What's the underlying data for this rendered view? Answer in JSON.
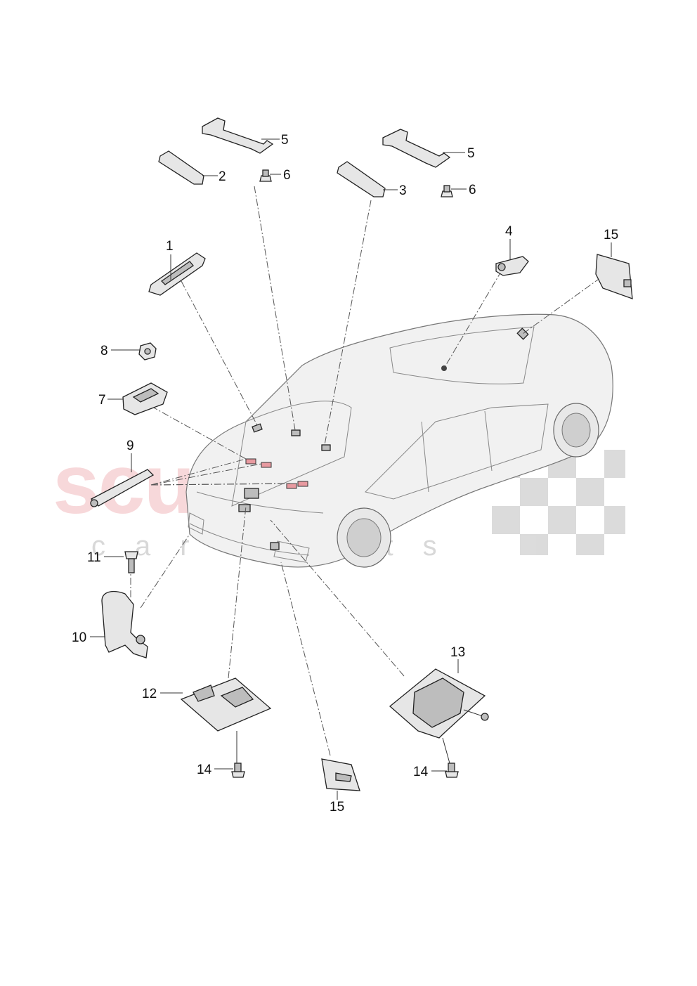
{
  "watermark": {
    "brand": "scuderia",
    "sub": "car parts"
  },
  "callouts": {
    "c1": "1",
    "c2": "2",
    "c3": "3",
    "c4": "4",
    "c5a": "5",
    "c5b": "5",
    "c6a": "6",
    "c6b": "6",
    "c7": "7",
    "c8": "8",
    "c9": "9",
    "c10": "10",
    "c11": "11",
    "c12": "12",
    "c13": "13",
    "c14a": "14",
    "c14b": "14",
    "c15a": "15",
    "c15b": "15"
  }
}
